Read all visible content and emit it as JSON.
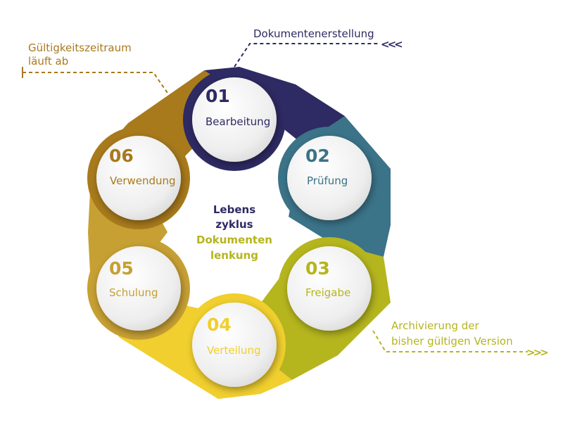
{
  "colors": {
    "step1": "#2e2a63",
    "step2": "#3b7388",
    "step3": "#b5b51e",
    "step4": "#f0cf2e",
    "step5": "#c7a033",
    "step6": "#a87a1c"
  },
  "center": {
    "line1": "Lebens",
    "line2": "zyklus",
    "line3": "Dokumenten",
    "line4": "lenkung"
  },
  "steps": [
    {
      "number": "01",
      "label": "Bearbeitung"
    },
    {
      "number": "02",
      "label": "Prüfung"
    },
    {
      "number": "03",
      "label": "Freigabe"
    },
    {
      "number": "04",
      "label": "Verteilung"
    },
    {
      "number": "05",
      "label": "Schulung"
    },
    {
      "number": "06",
      "label": "Verwendung"
    }
  ],
  "annotations": {
    "top": "Dokumentenerstellung",
    "top_arrow": "<<<",
    "left_line1": "Gültigkeitszeitraum",
    "left_line2": "läuft ab",
    "right_line1": "Archivierung der",
    "right_line2": "bisher gültigen Version",
    "right_arrow": ">>>"
  }
}
